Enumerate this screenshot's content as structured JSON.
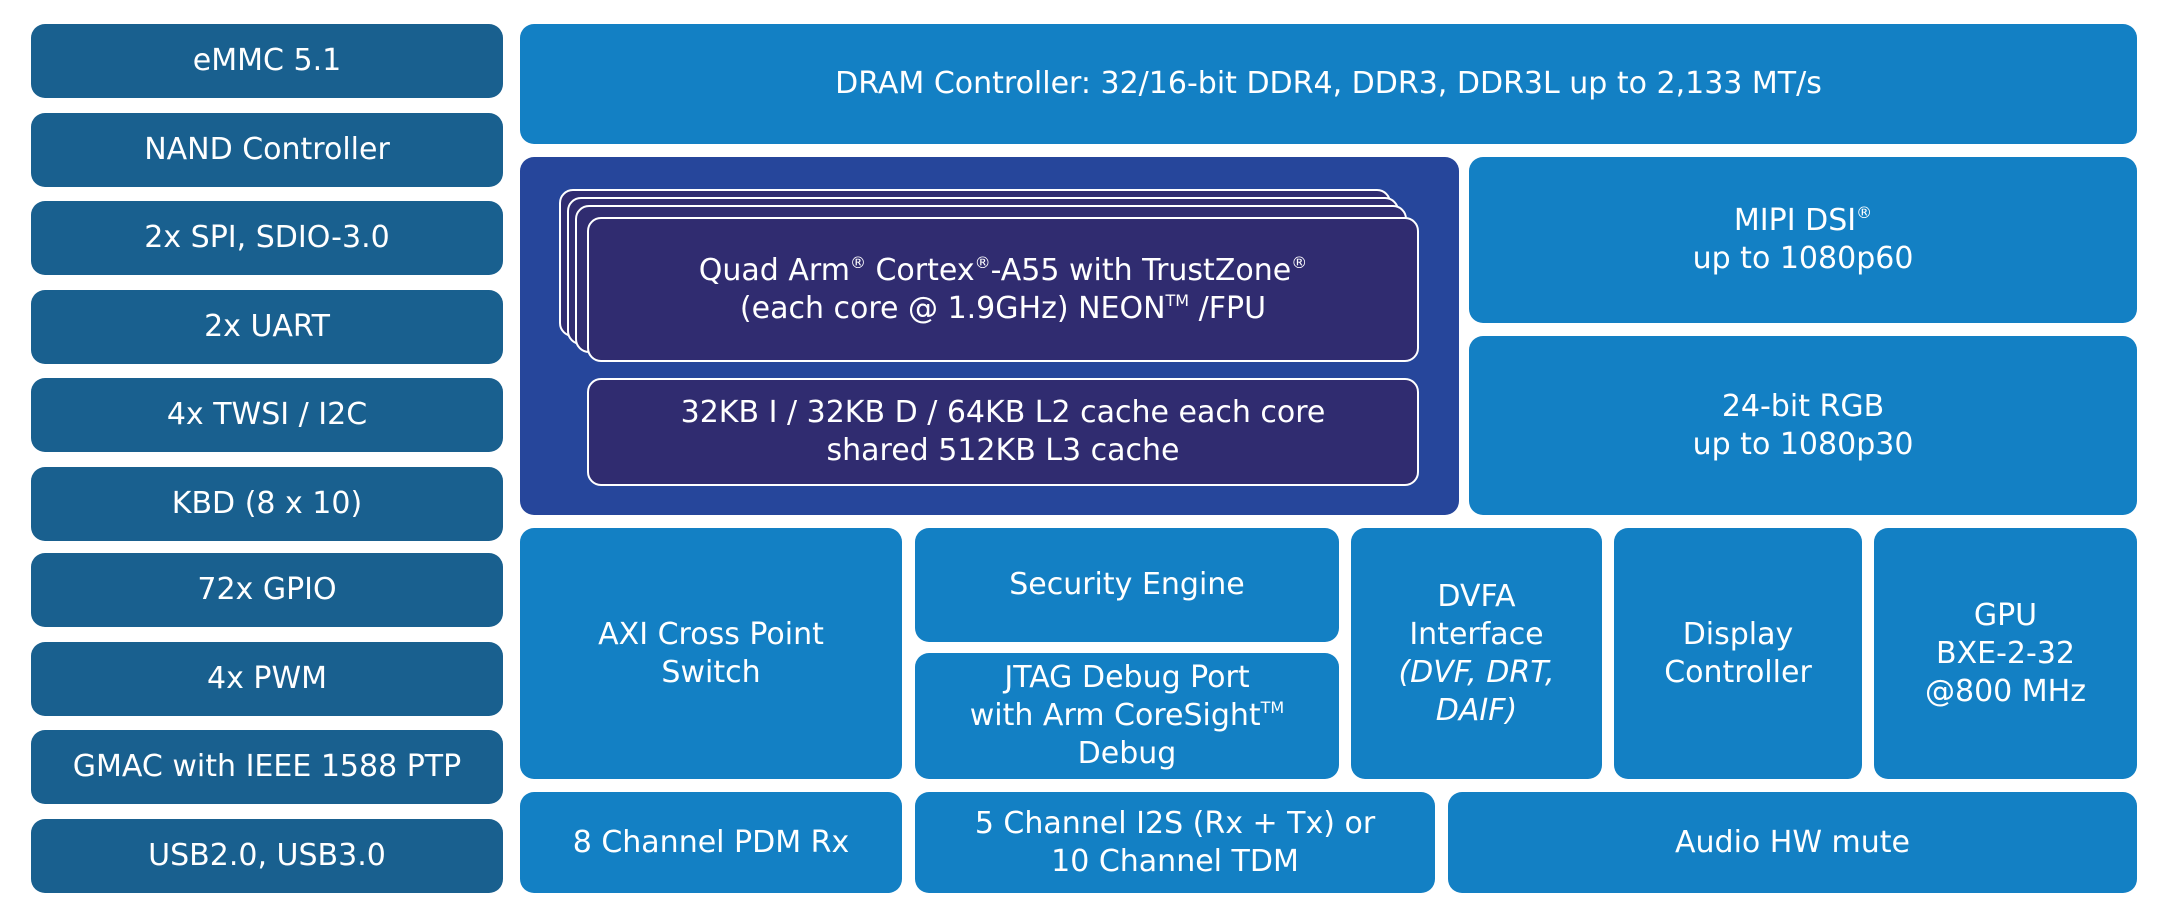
{
  "left_interfaces": [
    "eMMC 5.1",
    "NAND Controller",
    "2x SPI, SDIO-3.0",
    "2x UART",
    "4x TWSI / I2C",
    "KBD (8 x 10)",
    "72x GPIO",
    "4x PWM",
    "GMAC with IEEE 1588 PTP",
    "USB2.0, USB3.0"
  ],
  "dram": {
    "label": "DRAM Controller: 32/16-bit DDR4, DDR3, DDR3L up to 2,133 MT/s"
  },
  "cpu": {
    "core_line1_a": "Quad Arm",
    "core_line1_reg1": "®",
    "core_line1_b": " Cortex",
    "core_line1_reg2": "®",
    "core_line1_c": "-A55 with TrustZone",
    "core_line1_reg3": "®",
    "core_line2_a": "(each core @ 1.9GHz) NEON",
    "core_line2_tm": "TM",
    "core_line2_b": " /FPU",
    "cache_line1": "32KB I / 32KB D / 64KB L2 cache each core",
    "cache_line2": "shared 512KB L3 cache",
    "core_count": 4
  },
  "display_outputs": {
    "mipi_line1": "MIPI DSI",
    "mipi_reg": "®",
    "mipi_line2": "up to 1080p60",
    "rgb_line1": "24-bit RGB",
    "rgb_line2": "up to 1080p30"
  },
  "blocks": {
    "axi_line1": "AXI Cross Point",
    "axi_line2": "Switch",
    "security": "Security Engine",
    "jtag_line1": "JTAG Debug Port",
    "jtag_line2": "with Arm CoreSight",
    "jtag_tm": "TM",
    "jtag_line3": "Debug",
    "dvfa_line1": "DVFA",
    "dvfa_line2": "Interface",
    "dvfa_line3": "(DVF, DRT,",
    "dvfa_line4": "DAIF)",
    "display_ctrl_line1": "Display",
    "display_ctrl_line2": "Controller",
    "gpu_line1": "GPU",
    "gpu_line2": "BXE-2-32",
    "gpu_line3": "@800 MHz",
    "pdm": "8 Channel PDM Rx",
    "i2s_line1": "5 Channel I2S (Rx + Tx) or",
    "i2s_line2": "10 Channel TDM",
    "audio_mute": "Audio HW mute"
  },
  "colors": {
    "left_column": "#19608f",
    "blocks": "#1380c4",
    "cpu_frame": "#26469b",
    "core": "#302c70",
    "text": "#ffffff"
  }
}
